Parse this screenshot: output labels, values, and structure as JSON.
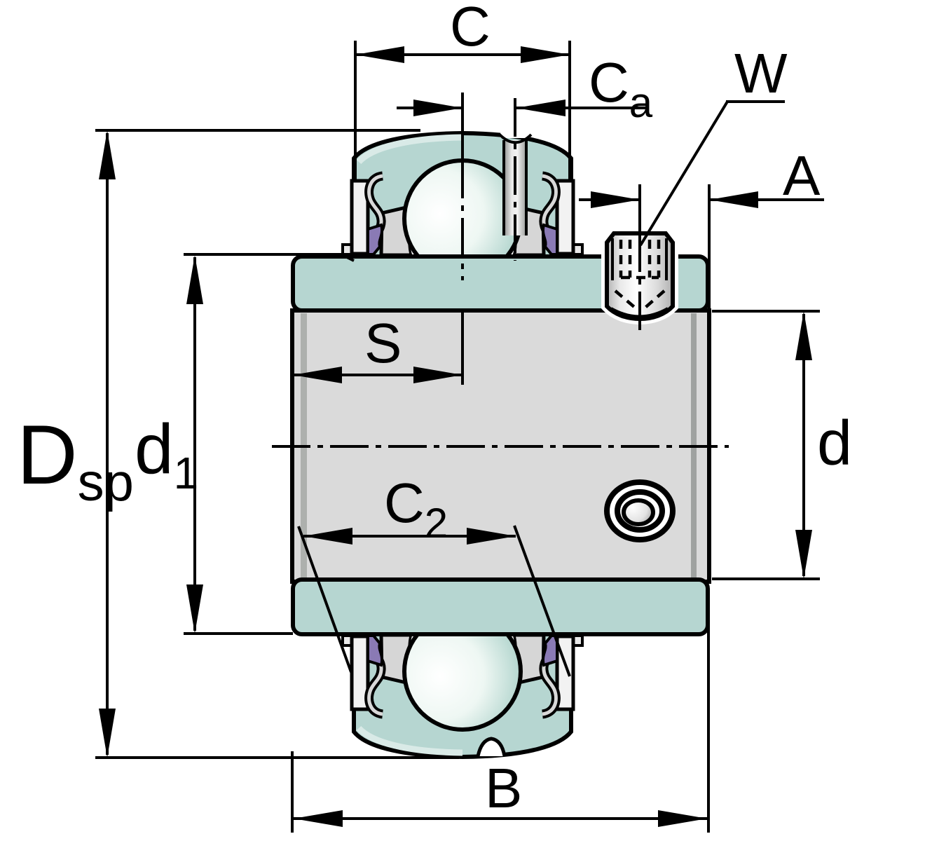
{
  "diagram": {
    "type": "engineering-section-drawing",
    "subject": "radial insert ball bearing with set screw locking collar, axial cross-section with dimension arrows",
    "colors": {
      "outer_ring_teal": "#b6d6d1",
      "outer_ring_highlight": "#d9eae7",
      "metal_gray": "#dadada",
      "metal_gray_dark": "#a4a7a4",
      "seal_violet": "#8a7ab5",
      "line_black": "#000000",
      "background": "#ffffff"
    },
    "dimension_labels": {
      "C": {
        "main": "C",
        "sub": ""
      },
      "Ca": {
        "main": "C",
        "sub": "a"
      },
      "W": {
        "main": "W",
        "sub": ""
      },
      "A": {
        "main": "A",
        "sub": ""
      },
      "S": {
        "main": "S",
        "sub": ""
      },
      "Dsp": {
        "main": "D",
        "sub": "sp"
      },
      "d1": {
        "main": "d",
        "sub": "1"
      },
      "C2": {
        "main": "C",
        "sub": "2"
      },
      "d": {
        "main": "d",
        "sub": ""
      },
      "B": {
        "main": "B",
        "sub": ""
      }
    }
  }
}
